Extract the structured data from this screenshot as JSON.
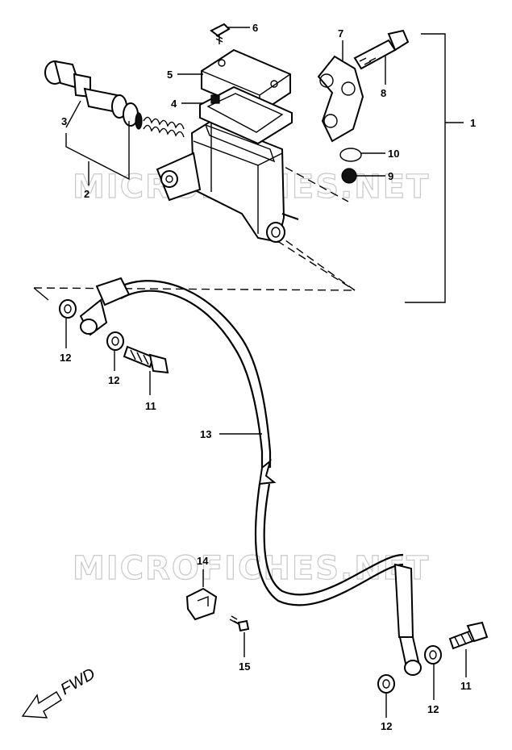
{
  "watermark": "MICROFICHES.NET",
  "direction_label": "FWD",
  "callouts": {
    "p1": "1",
    "p2": "2",
    "p3": "3",
    "p4": "4",
    "p5": "5",
    "p6": "6",
    "p7": "7",
    "p8": "8",
    "p9": "9",
    "p10": "10",
    "p11a": "11",
    "p11b": "11",
    "p12a": "12",
    "p12b": "12",
    "p12c": "12",
    "p12d": "12",
    "p13": "13",
    "p14": "14",
    "p15": "15"
  }
}
